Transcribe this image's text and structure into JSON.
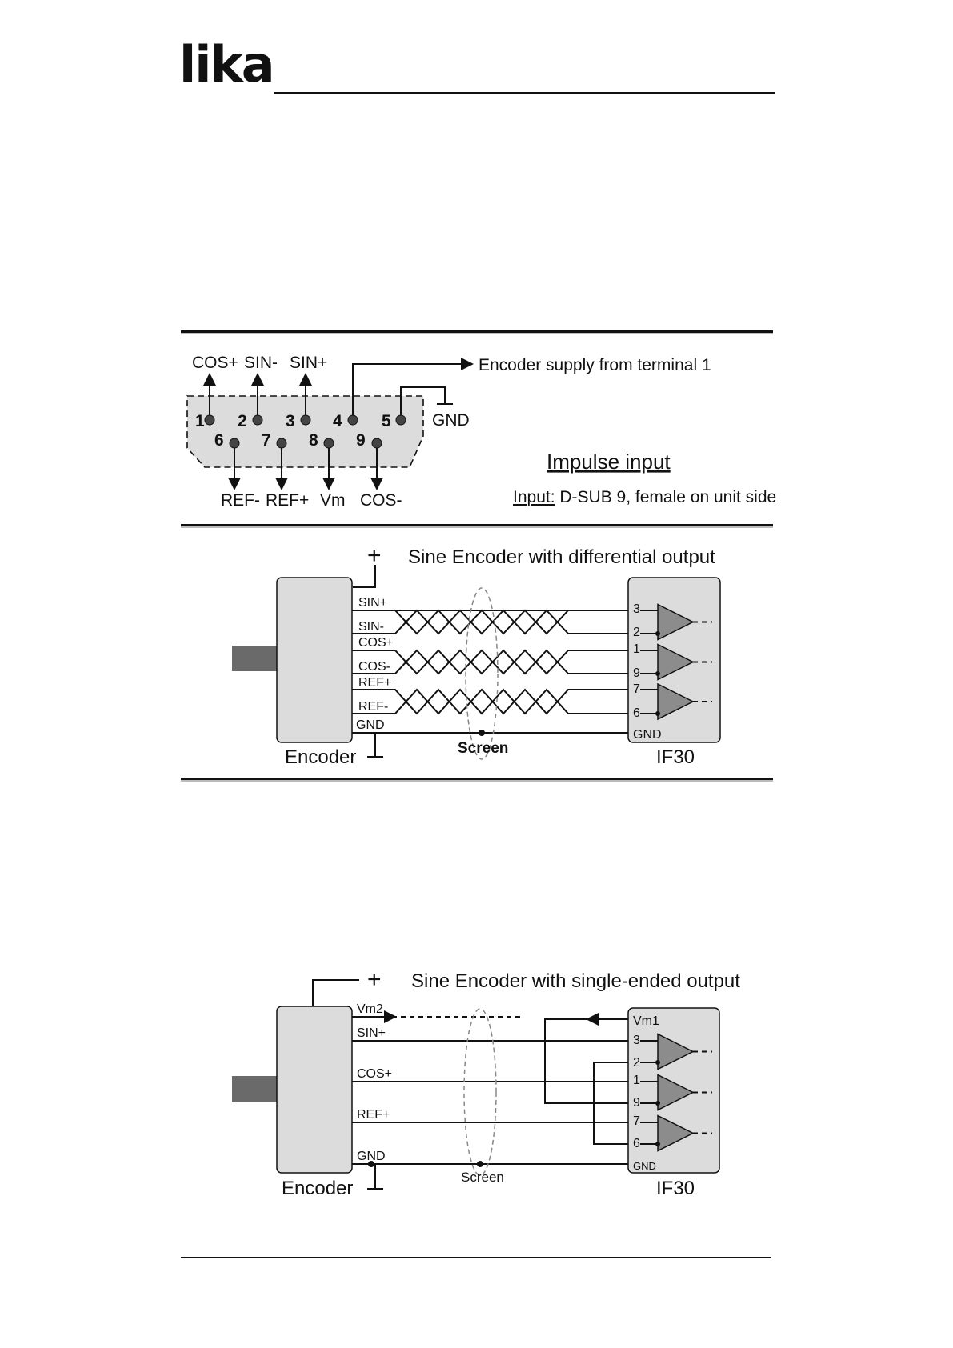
{
  "brand": {
    "logo_text": "lika"
  },
  "connector": {
    "top_labels": [
      "COS+",
      "SIN-",
      "SIN+"
    ],
    "top_pins": [
      "1",
      "2",
      "3",
      "4",
      "5"
    ],
    "bottom_pins": [
      "6",
      "7",
      "8",
      "9"
    ],
    "bottom_labels": [
      "REF-",
      "REF+",
      "Vm",
      "COS-"
    ],
    "supply_note": "Encoder supply from terminal 1",
    "gnd_label": "GND",
    "title": "Impulse input",
    "input_label": "Input:",
    "input_value": " D-SUB 9, female on unit side"
  },
  "diff": {
    "plus": "+",
    "title": "Sine Encoder with differential output",
    "signals": [
      "SIN+",
      "SIN-",
      "COS+",
      "COS-",
      "REF+",
      "REF-",
      "GND"
    ],
    "pins": [
      "3",
      "2",
      "1",
      "9",
      "7",
      "6"
    ],
    "gnd": "GND",
    "encoder": "Encoder",
    "screen": "Screen",
    "unit": "IF30"
  },
  "single": {
    "plus": "+",
    "title": "Sine Encoder with single-ended output",
    "signals": [
      "Vm2",
      "SIN+",
      "COS+",
      "REF+",
      "GND"
    ],
    "vm1": "Vm1",
    "pins": [
      "3",
      "2",
      "1",
      "9",
      "7",
      "6"
    ],
    "gnd": "GND",
    "encoder": "Encoder",
    "screen": "Screen",
    "unit": "IF30"
  },
  "colors": {
    "box": "#dcdcdc",
    "shaft": "#6a6a6a",
    "amp": "#8c8c8c",
    "ink": "#111111"
  }
}
